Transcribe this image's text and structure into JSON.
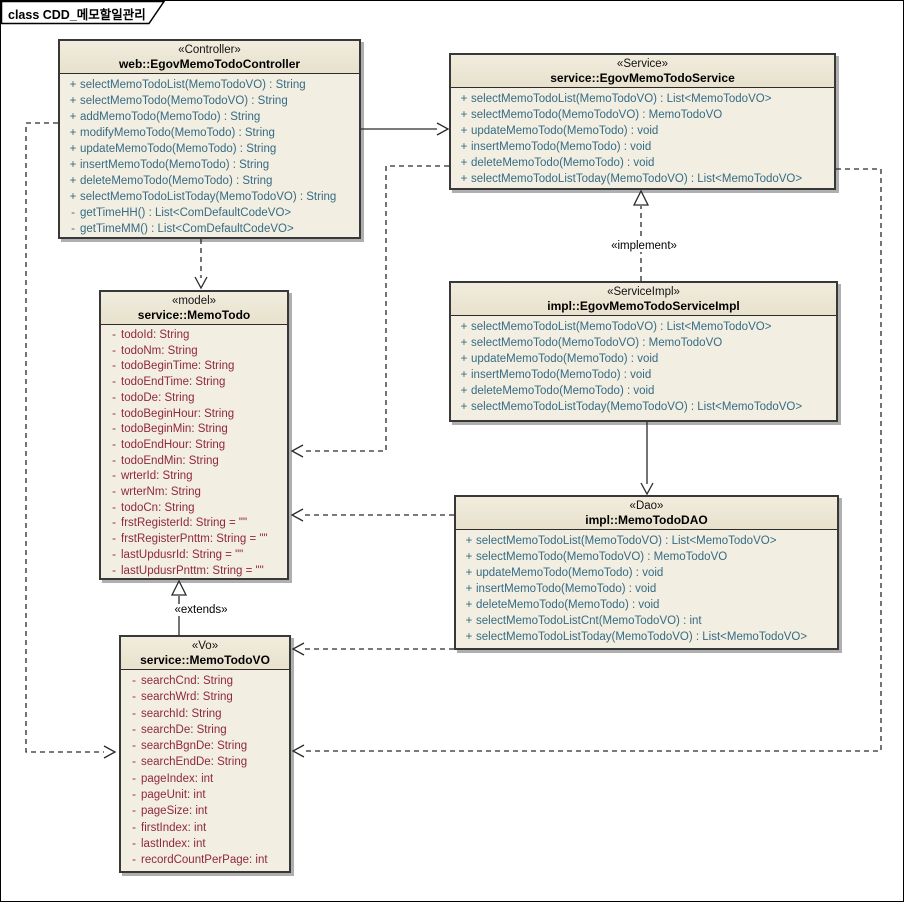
{
  "diagram": {
    "frame_label": "class CDD_메모할일관리"
  },
  "colors": {
    "operation_text": "#366C84",
    "attribute_text": "#90283B",
    "box_fill": "#F2EEE1",
    "box_header_top": "#F1ECDD",
    "box_header_fill": "#E7E1CD",
    "box_border": "#383838",
    "line": "#2a2a2a"
  },
  "classes": [
    {
      "id": "controller",
      "stereotype": "«Controller»",
      "name": "web::EgovMemoTodoController",
      "kind": "operations",
      "members": [
        {
          "vis": "+",
          "text": "selectMemoTodoList(MemoTodoVO) : String"
        },
        {
          "vis": "+",
          "text": "selectMemoTodo(MemoTodoVO) : String"
        },
        {
          "vis": "+",
          "text": "addMemoTodo(MemoTodo) : String"
        },
        {
          "vis": "+",
          "text": "modifyMemoTodo(MemoTodo) : String"
        },
        {
          "vis": "+",
          "text": "updateMemoTodo(MemoTodo) : String"
        },
        {
          "vis": "+",
          "text": "insertMemoTodo(MemoTodo) : String"
        },
        {
          "vis": "+",
          "text": "deleteMemoTodo(MemoTodo) : String"
        },
        {
          "vis": "+",
          "text": "selectMemoTodoListToday(MemoTodoVO) : String"
        },
        {
          "vis": "-",
          "text": "getTimeHH() : List<ComDefaultCodeVO>"
        },
        {
          "vis": "-",
          "text": "getTimeMM() : List<ComDefaultCodeVO>"
        }
      ]
    },
    {
      "id": "service",
      "stereotype": "«Service»",
      "name": "service::EgovMemoTodoService",
      "kind": "operations",
      "members": [
        {
          "vis": "+",
          "text": "selectMemoTodoList(MemoTodoVO) : List<MemoTodoVO>"
        },
        {
          "vis": "+",
          "text": "selectMemoTodo(MemoTodoVO) : MemoTodoVO"
        },
        {
          "vis": "+",
          "text": "updateMemoTodo(MemoTodo) : void"
        },
        {
          "vis": "+",
          "text": "insertMemoTodo(MemoTodo) : void"
        },
        {
          "vis": "+",
          "text": "deleteMemoTodo(MemoTodo) : void"
        },
        {
          "vis": "+",
          "text": "selectMemoTodoListToday(MemoTodoVO) : List<MemoTodoVO>"
        }
      ]
    },
    {
      "id": "model",
      "stereotype": "«model»",
      "name": "service::MemoTodo",
      "kind": "attributes",
      "members": [
        {
          "vis": "-",
          "text": "todoId: String"
        },
        {
          "vis": "-",
          "text": "todoNm: String"
        },
        {
          "vis": "-",
          "text": "todoBeginTime: String"
        },
        {
          "vis": "-",
          "text": "todoEndTime: String"
        },
        {
          "vis": "-",
          "text": "todoDe: String"
        },
        {
          "vis": "-",
          "text": "todoBeginHour: String"
        },
        {
          "vis": "-",
          "text": "todoBeginMin: String"
        },
        {
          "vis": "-",
          "text": "todoEndHour: String"
        },
        {
          "vis": "-",
          "text": "todoEndMin: String"
        },
        {
          "vis": "-",
          "text": "wrterId: String"
        },
        {
          "vis": "-",
          "text": "wrterNm: String"
        },
        {
          "vis": "-",
          "text": "todoCn: String"
        },
        {
          "vis": "-",
          "text": "frstRegisterId: String = \"\""
        },
        {
          "vis": "-",
          "text": "frstRegisterPnttm: String = \"\""
        },
        {
          "vis": "-",
          "text": "lastUpdusrId: String = \"\""
        },
        {
          "vis": "-",
          "text": "lastUpdusrPnttm: String = \"\""
        }
      ]
    },
    {
      "id": "serviceimpl",
      "stereotype": "«ServiceImpl»",
      "name": "impl::EgovMemoTodoServiceImpl",
      "kind": "operations",
      "members": [
        {
          "vis": "+",
          "text": "selectMemoTodoList(MemoTodoVO) : List<MemoTodoVO>"
        },
        {
          "vis": "+",
          "text": "selectMemoTodo(MemoTodoVO) : MemoTodoVO"
        },
        {
          "vis": "+",
          "text": "updateMemoTodo(MemoTodo) : void"
        },
        {
          "vis": "+",
          "text": "insertMemoTodo(MemoTodo) : void"
        },
        {
          "vis": "+",
          "text": "deleteMemoTodo(MemoTodo) : void"
        },
        {
          "vis": "+",
          "text": "selectMemoTodoListToday(MemoTodoVO) : List<MemoTodoVO>"
        }
      ]
    },
    {
      "id": "dao",
      "stereotype": "«Dao»",
      "name": "impl::MemoTodoDAO",
      "kind": "operations",
      "members": [
        {
          "vis": "+",
          "text": "selectMemoTodoList(MemoTodoVO) : List<MemoTodoVO>"
        },
        {
          "vis": "+",
          "text": "selectMemoTodo(MemoTodoVO) : MemoTodoVO"
        },
        {
          "vis": "+",
          "text": "updateMemoTodo(MemoTodo) : void"
        },
        {
          "vis": "+",
          "text": "insertMemoTodo(MemoTodo) : void"
        },
        {
          "vis": "+",
          "text": "deleteMemoTodo(MemoTodo) : void"
        },
        {
          "vis": "+",
          "text": "selectMemoTodoListCnt(MemoTodoVO) : int"
        },
        {
          "vis": "+",
          "text": "selectMemoTodoListToday(MemoTodoVO) : List<MemoTodoVO>"
        }
      ]
    },
    {
      "id": "vo",
      "stereotype": "«Vo»",
      "name": "service::MemoTodoVO",
      "kind": "attributes",
      "members": [
        {
          "vis": "-",
          "text": "searchCnd: String"
        },
        {
          "vis": "-",
          "text": "searchWrd: String"
        },
        {
          "vis": "-",
          "text": "searchId: String"
        },
        {
          "vis": "-",
          "text": "searchDe: String"
        },
        {
          "vis": "-",
          "text": "searchBgnDe: String"
        },
        {
          "vis": "-",
          "text": "searchEndDe: String"
        },
        {
          "vis": "-",
          "text": "pageIndex: int"
        },
        {
          "vis": "-",
          "text": "pageUnit: int"
        },
        {
          "vis": "-",
          "text": "pageSize: int"
        },
        {
          "vis": "-",
          "text": "firstIndex: int"
        },
        {
          "vis": "-",
          "text": "lastIndex: int"
        },
        {
          "vis": "-",
          "text": "recordCountPerPage: int"
        }
      ]
    }
  ],
  "edge_labels": {
    "implement": "«implement»",
    "extends": "«extends»"
  }
}
